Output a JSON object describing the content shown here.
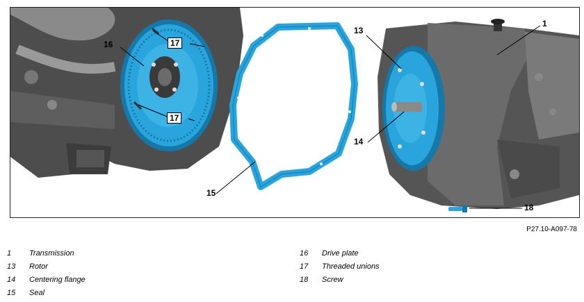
{
  "callouts": {
    "c1": "1",
    "c13": "13",
    "c14": "14",
    "c15": "15",
    "c16": "16",
    "c17a": "17",
    "c17b": "17",
    "c18": "18"
  },
  "reference_code": "P27.10-A097-78",
  "legend_left": [
    {
      "num": "1",
      "text": "Transmission"
    },
    {
      "num": "13",
      "text": "Rotor"
    },
    {
      "num": "14",
      "text": "Centering flange"
    },
    {
      "num": "15",
      "text": "Seal"
    }
  ],
  "legend_right": [
    {
      "num": "16",
      "text": "Drive plate"
    },
    {
      "num": "17",
      "text": "Threaded unions"
    },
    {
      "num": "18",
      "text": "Screw"
    }
  ],
  "colors": {
    "highlight": "#2aa4dc",
    "highlight_dark": "#1678a8",
    "metal": "#6b6b6b",
    "metal_dark": "#3a3a3a"
  }
}
